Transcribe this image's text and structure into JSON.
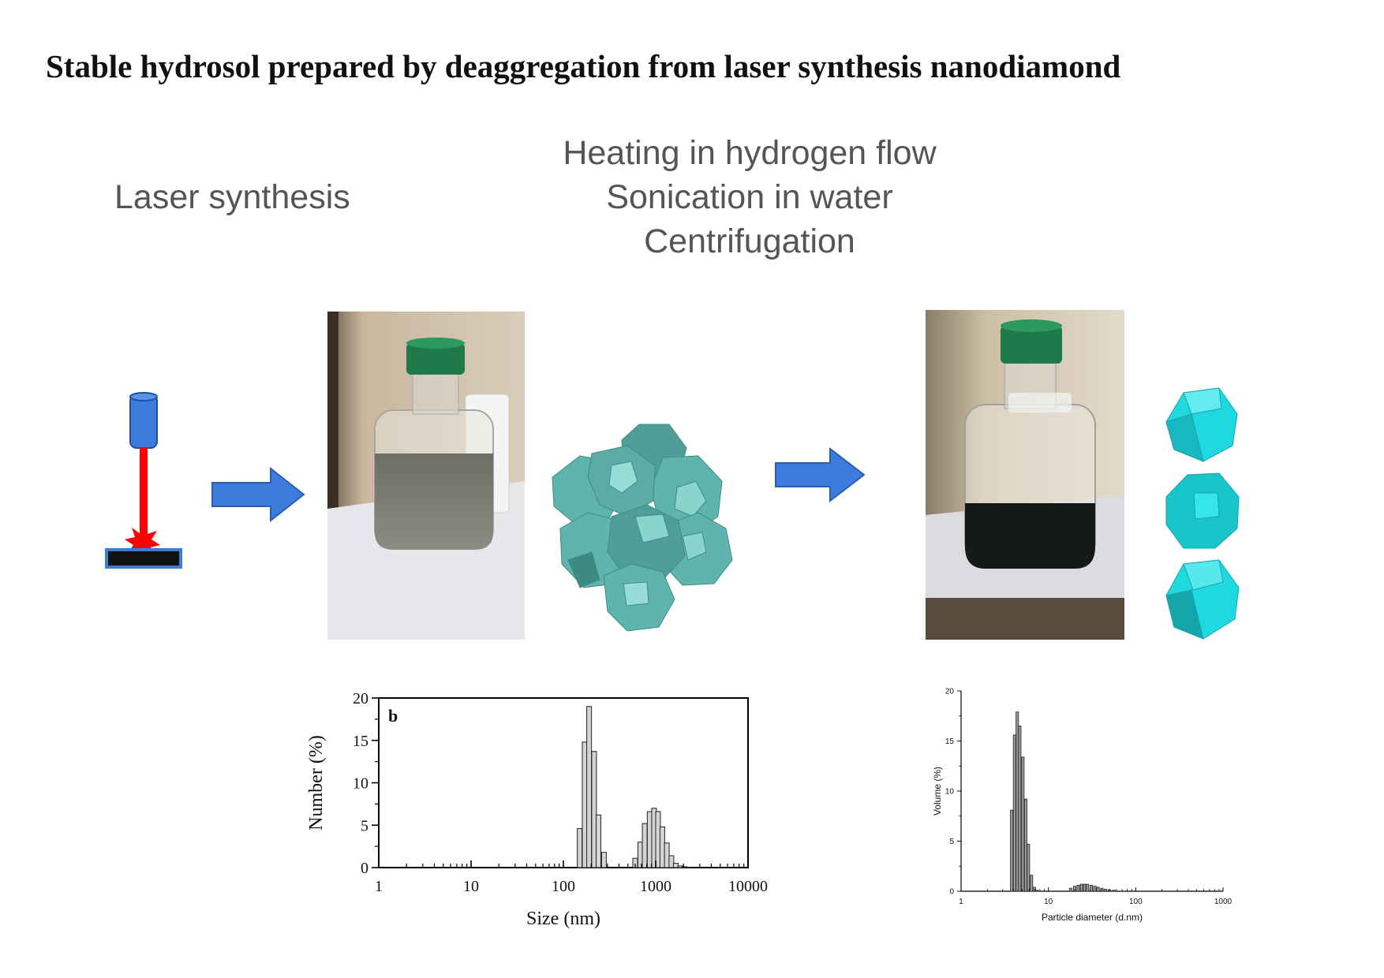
{
  "title": "Stable hydrosol prepared by deaggregation from laser synthesis nanodiamond",
  "steps": {
    "laser": "Laser synthesis",
    "processing": [
      "Heating in hydrogen flow",
      "Sonication in water",
      "Centrifugation"
    ]
  },
  "chart_data": [
    {
      "type": "bar",
      "panel_label": "b",
      "xlabel": "Size (nm)",
      "ylabel": "Number (%)",
      "xscale": "log",
      "xlim": [
        1,
        10000
      ],
      "ylim": [
        0,
        20
      ],
      "xticks": [
        "1",
        "10",
        "100",
        "1000",
        "10000"
      ],
      "yticks": [
        "0",
        "5",
        "10",
        "15",
        "20"
      ],
      "x": [
        150,
        170,
        190,
        215,
        240,
        275,
        600,
        680,
        760,
        860,
        960,
        1060,
        1180,
        1320,
        1480,
        1650,
        1850,
        2050,
        2300
      ],
      "values": [
        4.6,
        14.8,
        19.0,
        13.7,
        6.2,
        1.8,
        1.1,
        3.0,
        5.2,
        6.6,
        7.0,
        6.6,
        4.8,
        2.9,
        1.4,
        0.5,
        0.2,
        0.1,
        0.05
      ]
    },
    {
      "type": "bar",
      "xlabel": "Particle diameter (d.nm)",
      "ylabel": "Volume (%)",
      "xscale": "log",
      "xlim": [
        1,
        1000
      ],
      "ylim": [
        0,
        20
      ],
      "xticks": [
        "1",
        "10",
        "100",
        "1000"
      ],
      "yticks": [
        "0",
        "5",
        "10",
        "15",
        "20"
      ],
      "x": [
        3.8,
        4.1,
        4.4,
        4.7,
        5.1,
        5.5,
        5.9,
        6.4,
        6.9,
        7.4,
        18,
        20,
        22,
        24,
        26,
        28,
        31,
        34,
        37,
        41,
        45,
        50,
        56
      ],
      "values": [
        8.1,
        15.6,
        17.9,
        16.5,
        13.4,
        9.2,
        4.7,
        1.6,
        0.4,
        0.1,
        0.3,
        0.5,
        0.6,
        0.7,
        0.7,
        0.7,
        0.6,
        0.5,
        0.4,
        0.3,
        0.2,
        0.15,
        0.1
      ]
    }
  ],
  "colors": {
    "arrow": "#3d7bdc",
    "laser_beam": "#ff0000",
    "aggregate": "#5fb5ae",
    "single_particle": "#1ed9df",
    "bottle_cap": "#1f7a4a"
  }
}
